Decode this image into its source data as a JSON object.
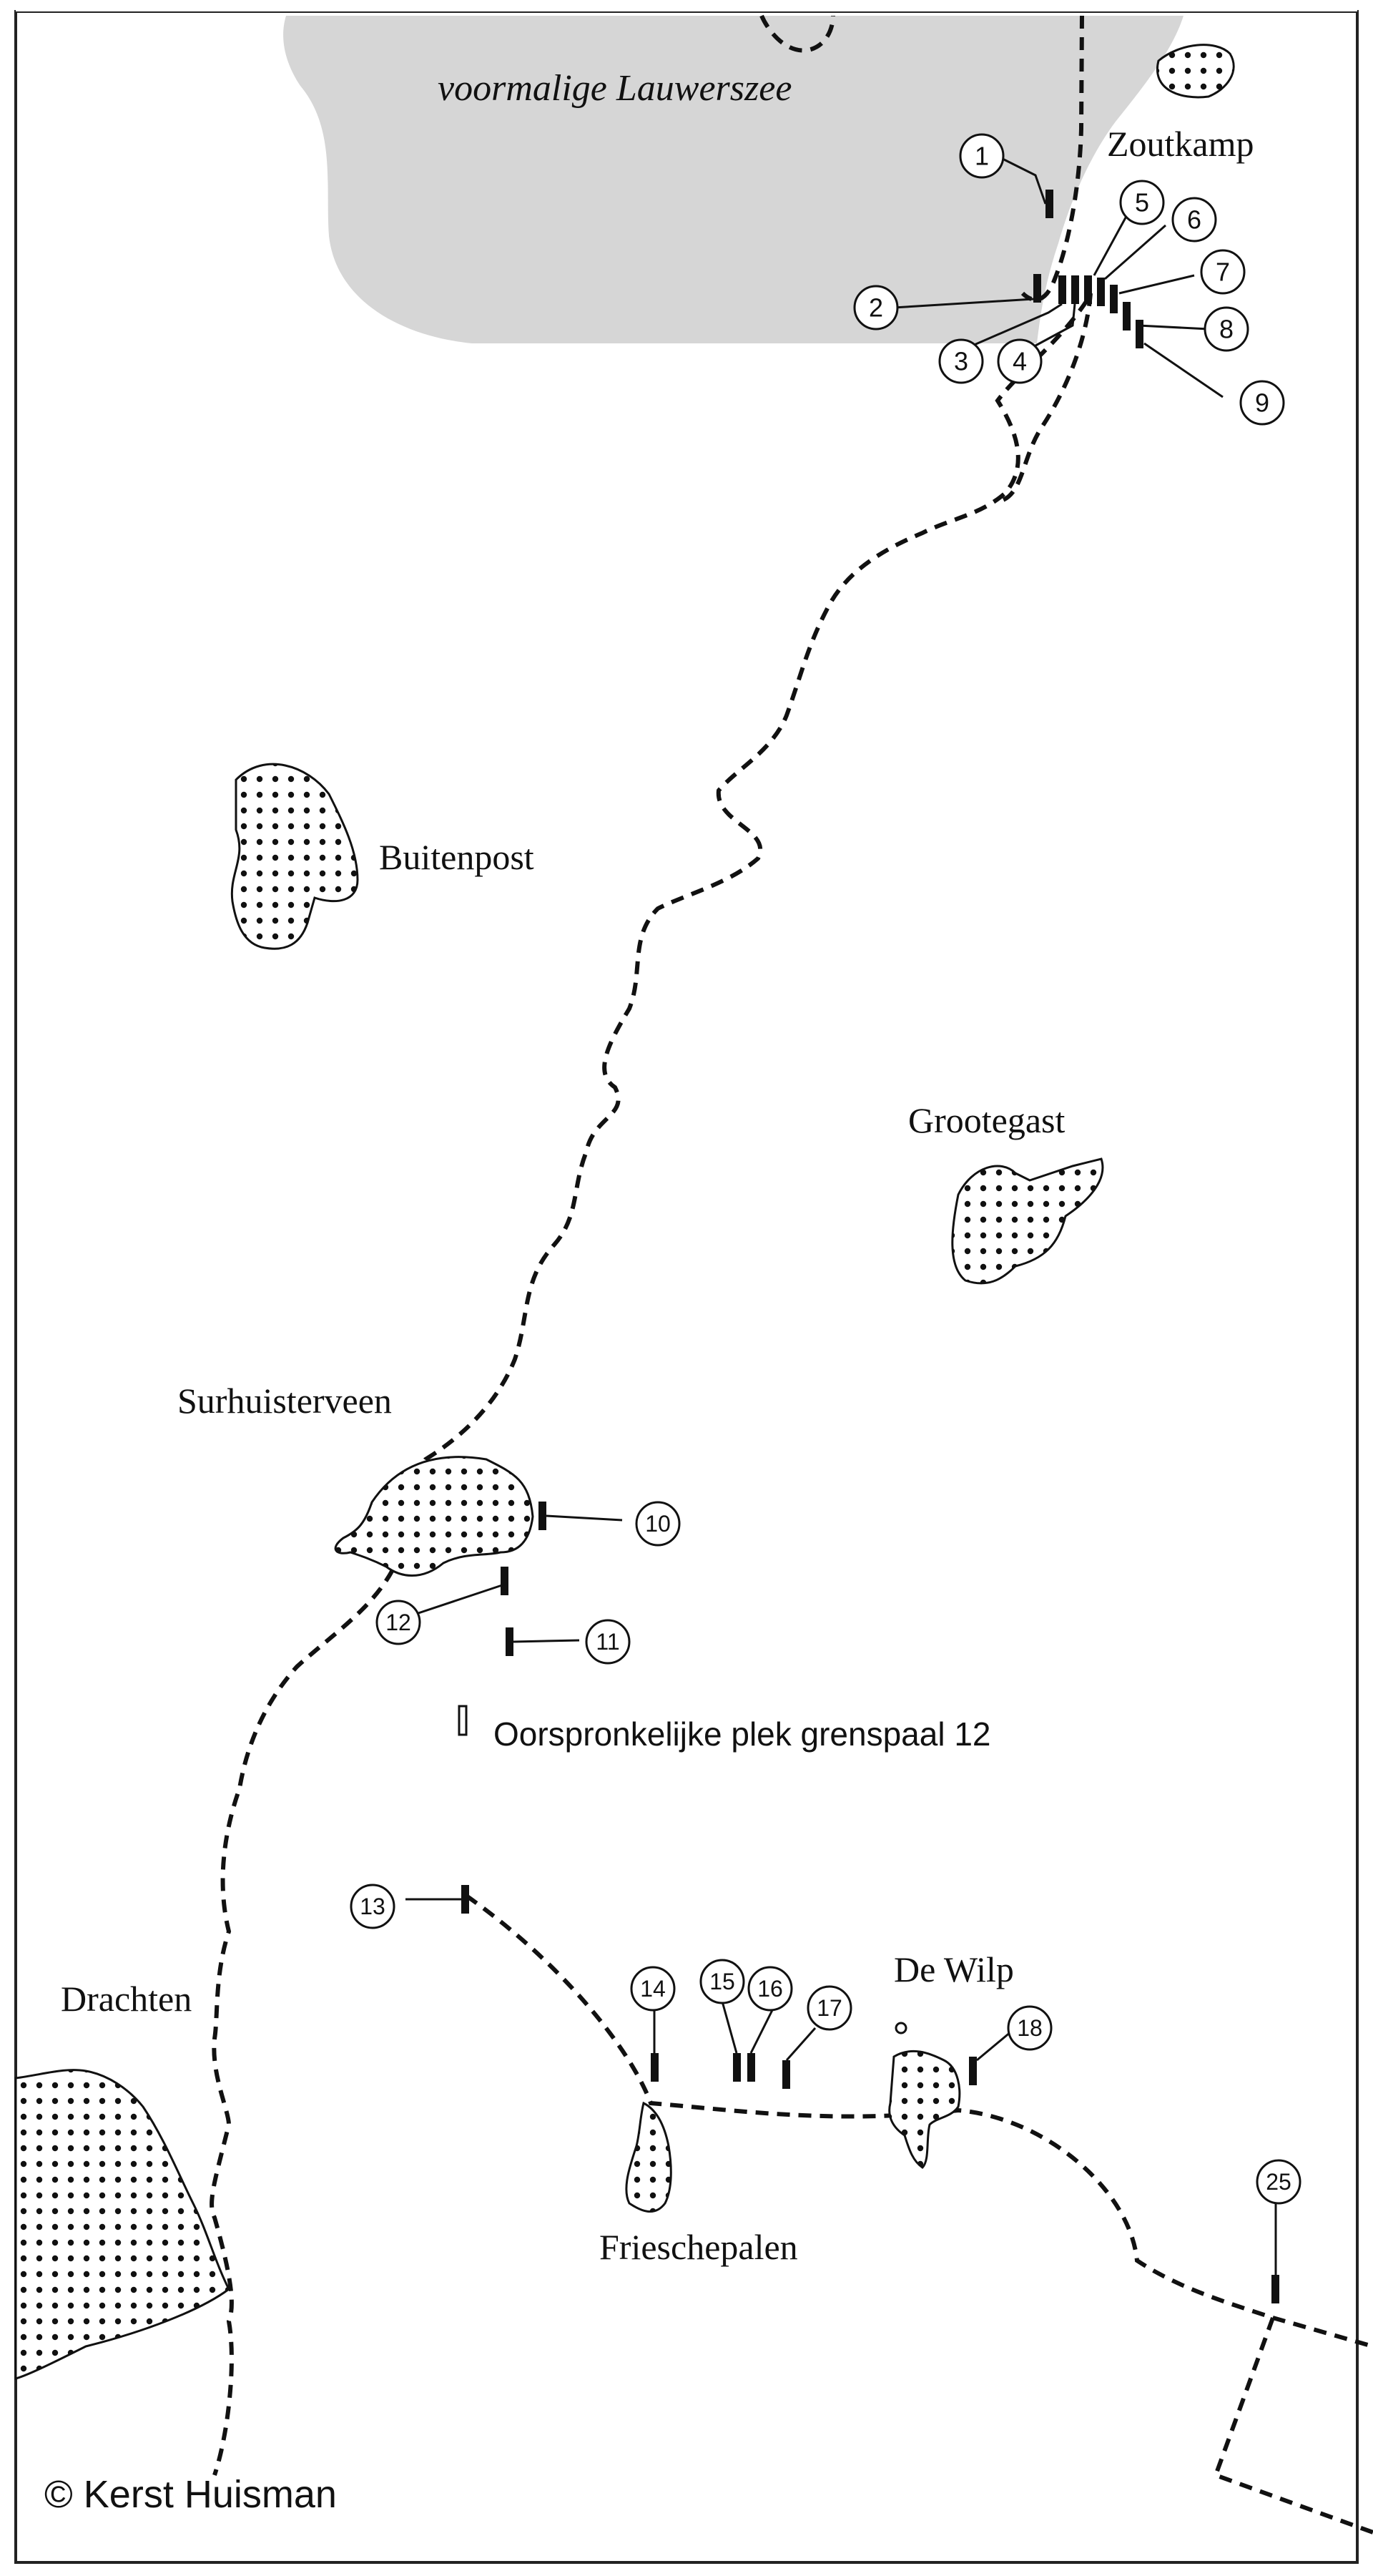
{
  "map": {
    "colors": {
      "water": "#d6d6d6",
      "border_line": "#111111",
      "town_fill": "#ffffff",
      "ink": "#111111",
      "frame": "#222222"
    },
    "lake_label": "voormalige Lauwerszee",
    "towns": [
      {
        "id": "zoutkamp",
        "name": "Zoutkamp"
      },
      {
        "id": "buitenpost",
        "name": "Buitenpost"
      },
      {
        "id": "grootegast",
        "name": "Grootegast"
      },
      {
        "id": "surhuisterveen",
        "name": "Surhuisterveen"
      },
      {
        "id": "drachten",
        "name": "Drachten"
      },
      {
        "id": "frieschepalen",
        "name": "Frieschepalen"
      },
      {
        "id": "de-wilp",
        "name": "De Wilp"
      }
    ],
    "markers": [
      {
        "number": "1"
      },
      {
        "number": "2"
      },
      {
        "number": "3"
      },
      {
        "number": "4"
      },
      {
        "number": "5"
      },
      {
        "number": "6"
      },
      {
        "number": "7"
      },
      {
        "number": "8"
      },
      {
        "number": "9"
      },
      {
        "number": "10"
      },
      {
        "number": "11"
      },
      {
        "number": "12"
      },
      {
        "number": "13"
      },
      {
        "number": "14"
      },
      {
        "number": "15"
      },
      {
        "number": "16"
      },
      {
        "number": "17"
      },
      {
        "number": "18"
      },
      {
        "number": "25"
      }
    ],
    "original_location_label": "Oorspronkelijke plek grenspaal 12",
    "copyright": "© Kerst Huisman"
  }
}
